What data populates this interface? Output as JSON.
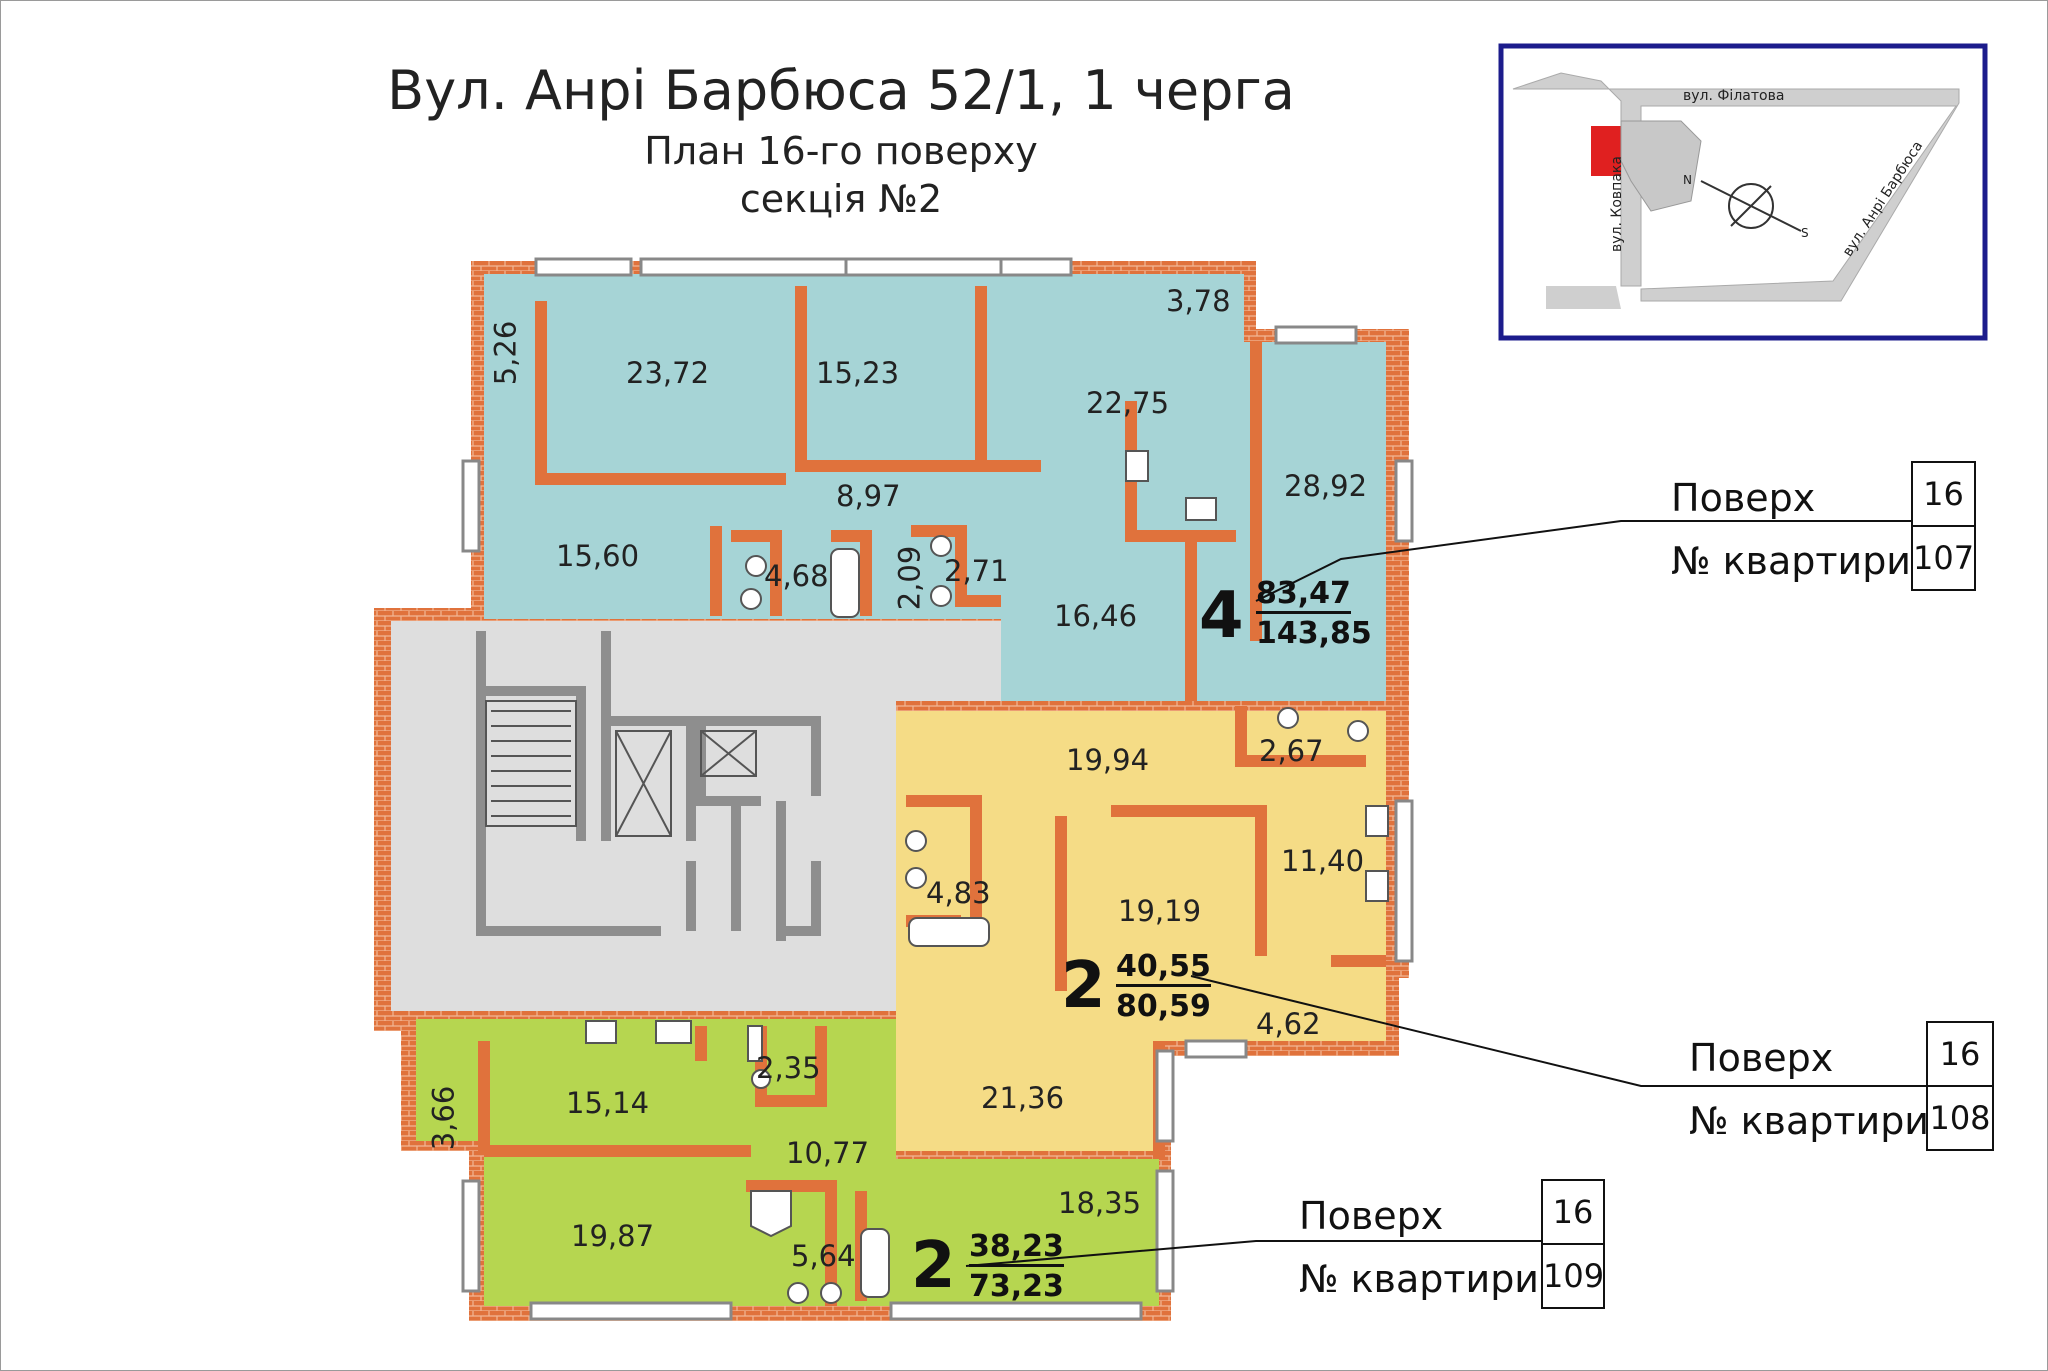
{
  "title": {
    "address": "Вул. Анрі Барбюса 52/1, 1 черга",
    "plan": "План 16-го поверху",
    "section": "секція №2"
  },
  "legend": {
    "floor_label": "Поверх",
    "apartment_label": "№ квартири"
  },
  "apartments": [
    {
      "rooms": "4",
      "living_area": "83,47",
      "total_area": "143,85",
      "floor": "16",
      "number": "107",
      "color": "#a6d4d6"
    },
    {
      "rooms": "2",
      "living_area": "40,55",
      "total_area": "80,59",
      "floor": "16",
      "number": "108",
      "color": "#f5dc86"
    },
    {
      "rooms": "2",
      "living_area": "38,23",
      "total_area": "73,23",
      "floor": "16",
      "number": "109",
      "color": "#b6d650"
    }
  ],
  "rooms": {
    "a107": [
      "5,26",
      "23,72",
      "15,23",
      "3,78",
      "22,75",
      "28,92",
      "8,97",
      "15,60",
      "4,68",
      "2,09",
      "2,71",
      "16,46"
    ],
    "a108": [
      "19,94",
      "2,67",
      "11,40",
      "19,19",
      "4,83",
      "21,36",
      "4,62"
    ],
    "a109": [
      "3,66",
      "2,35",
      "15,14",
      "10,77",
      "18,35",
      "19,87",
      "5,64"
    ]
  },
  "map": {
    "street_filatova": "вул. Філатова",
    "street_kovpaka": "вул. Ковпака",
    "street_barbusa": "вул. Анрі Барбюса",
    "compass_n": "N",
    "compass_s": "S"
  },
  "colors": {
    "wall": "#e0723c",
    "common": "#dedede",
    "frame": "#1c1c8c",
    "building": "#e02020"
  }
}
